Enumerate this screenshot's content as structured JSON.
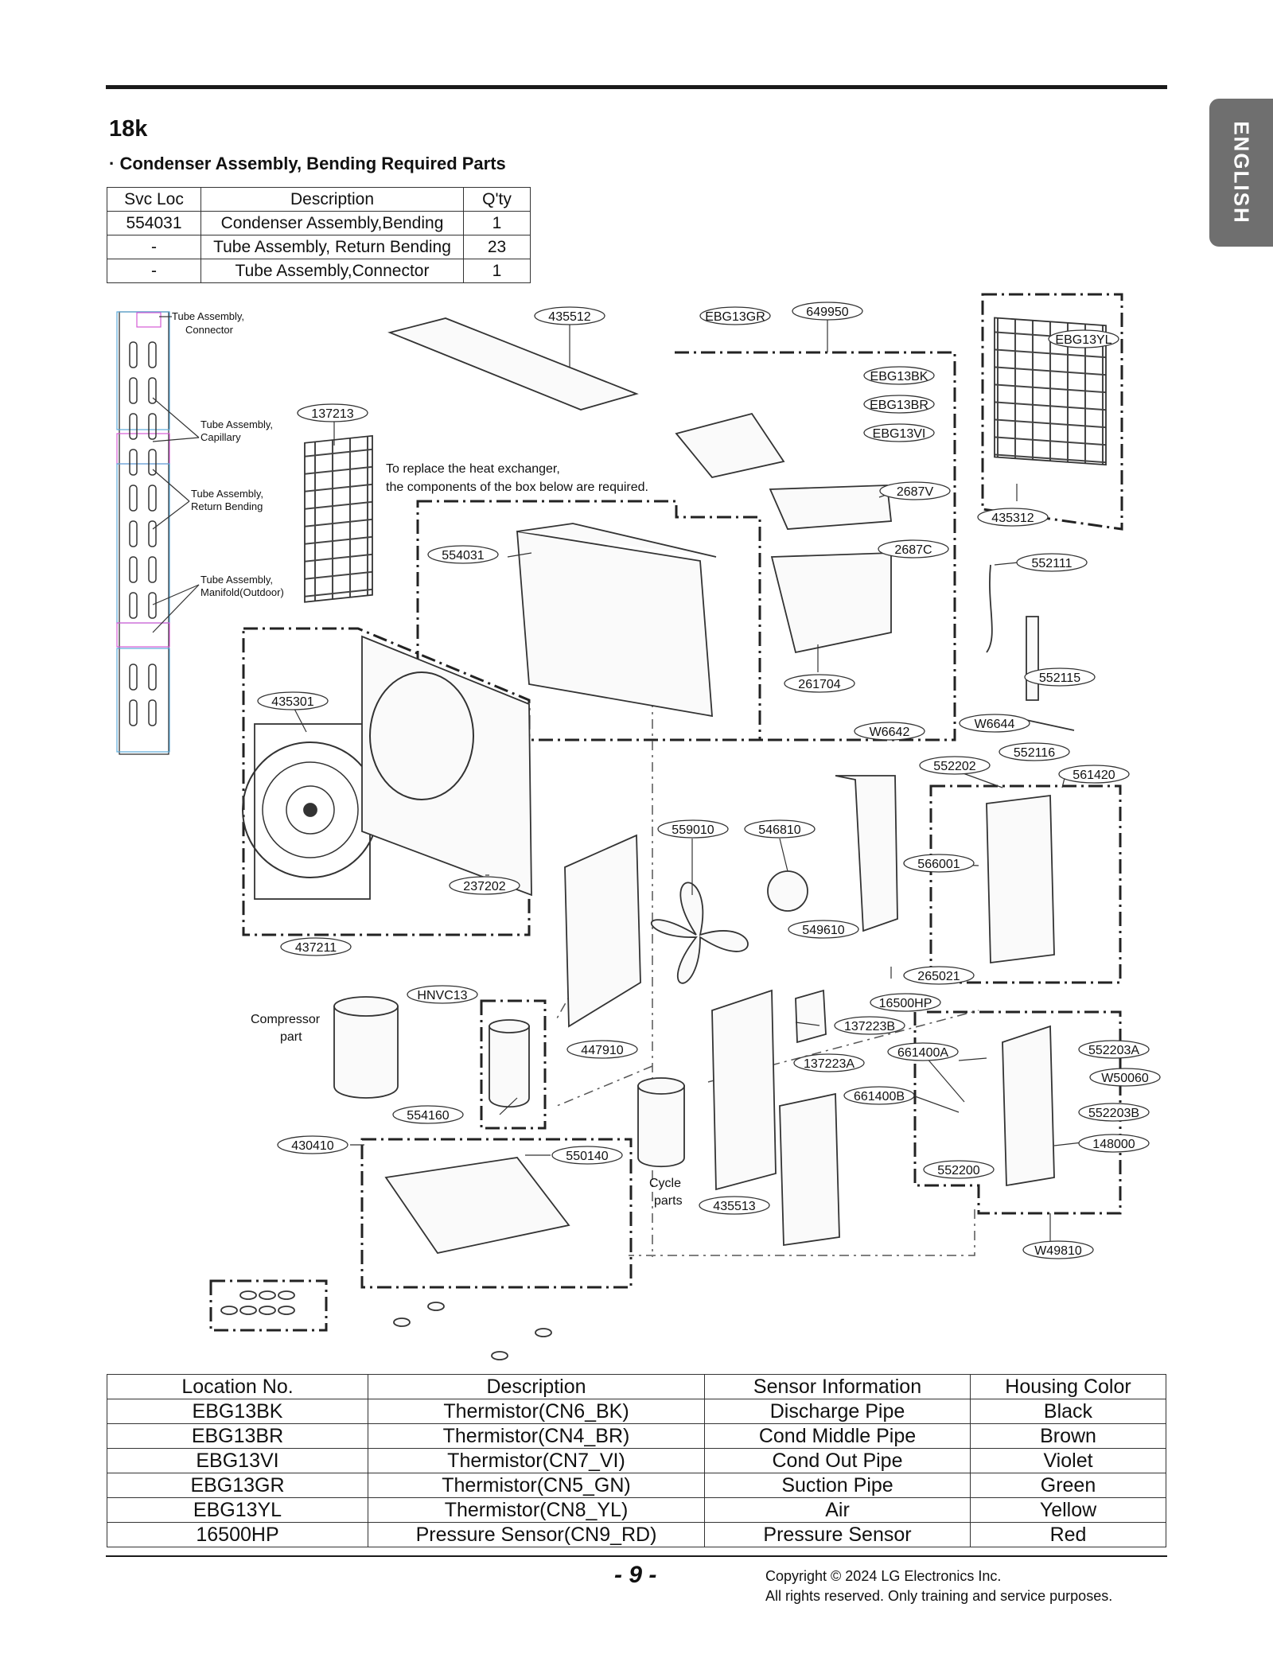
{
  "language_tab": "ENGLISH",
  "model": "18k",
  "subtitle": "· Condenser Assembly, Bending Required Parts",
  "condenser_table": {
    "headers": [
      "Svc Loc",
      "Description",
      "Q'ty"
    ],
    "rows": [
      [
        "554031",
        "Condenser Assembly,Bending",
        "1"
      ],
      [
        "-",
        "Tube Assembly, Return Bending",
        "23"
      ],
      [
        "-",
        "Tube Assembly,Connector",
        "1"
      ]
    ]
  },
  "diagram": {
    "tube_labels": {
      "connector": [
        "Tube Assembly,",
        "Connector"
      ],
      "capillary": [
        "Tube Assembly,",
        "Capillary"
      ],
      "return_bending": [
        "Tube Assembly,",
        "Return Bending"
      ],
      "manifold": [
        "Tube Assembly,",
        "Manifold(Outdoor)"
      ]
    },
    "note": [
      "To replace the heat exchanger,",
      "the components of the box below are required."
    ],
    "compressor_label": [
      "Compressor",
      "part"
    ],
    "cycle_label": [
      "Cycle",
      "parts"
    ],
    "part_tags": {
      "p435512": "435512",
      "pEBG13GR": "EBG13GR",
      "p649950": "649950",
      "pEBG13YL": "EBG13YL",
      "pEBG13BK": "EBG13BK",
      "pEBG13BR": "EBG13BR",
      "pEBG13VI": "EBG13VI",
      "p137213": "137213",
      "p2687V": "2687V",
      "p435312": "435312",
      "p554031": "554031",
      "p2687C": "2687C",
      "p552111": "552111",
      "p552115": "552115",
      "p261704": "261704",
      "p435301": "435301",
      "pW6644": "W6644",
      "pW6642": "W6642",
      "p552116": "552116",
      "p552202": "552202",
      "p561420": "561420",
      "p559010": "559010",
      "p546810": "546810",
      "p566001": "566001",
      "p237202": "237202",
      "p549610": "549610",
      "p437211": "437211",
      "p265021": "265021",
      "pHNVC13": "HNVC13",
      "p16500HP": "16500HP",
      "p137223B": "137223B",
      "p447910": "447910",
      "p661400A": "661400A",
      "p552203A": "552203A",
      "p137223A": "137223A",
      "pW50060": "W50060",
      "p661400B": "661400B",
      "p554160": "554160",
      "p552203B": "552203B",
      "p430410": "430410",
      "p148000": "148000",
      "p550140": "550140",
      "p552200": "552200",
      "p435513": "435513",
      "pW49810": "W49810"
    }
  },
  "sensor_table": {
    "headers": [
      "Location No.",
      "Description",
      "Sensor Information",
      "Housing Color"
    ],
    "rows": [
      [
        "EBG13BK",
        "Thermistor(CN6_BK)",
        "Discharge Pipe",
        "Black"
      ],
      [
        "EBG13BR",
        "Thermistor(CN4_BR)",
        "Cond Middle Pipe",
        "Brown"
      ],
      [
        "EBG13VI",
        "Thermistor(CN7_VI)",
        "Cond Out Pipe",
        "Violet"
      ],
      [
        "EBG13GR",
        "Thermistor(CN5_GN)",
        "Suction Pipe",
        "Green"
      ],
      [
        "EBG13YL",
        "Thermistor(CN8_YL)",
        "Air",
        "Yellow"
      ],
      [
        "16500HP",
        "Pressure Sensor(CN9_RD)",
        "Pressure Sensor",
        "Red"
      ]
    ]
  },
  "page_number": "- 9 -",
  "copyright": {
    "line1": "Copyright © 2024 LG Electronics Inc.",
    "line2": "All rights reserved. Only training and service purposes."
  }
}
